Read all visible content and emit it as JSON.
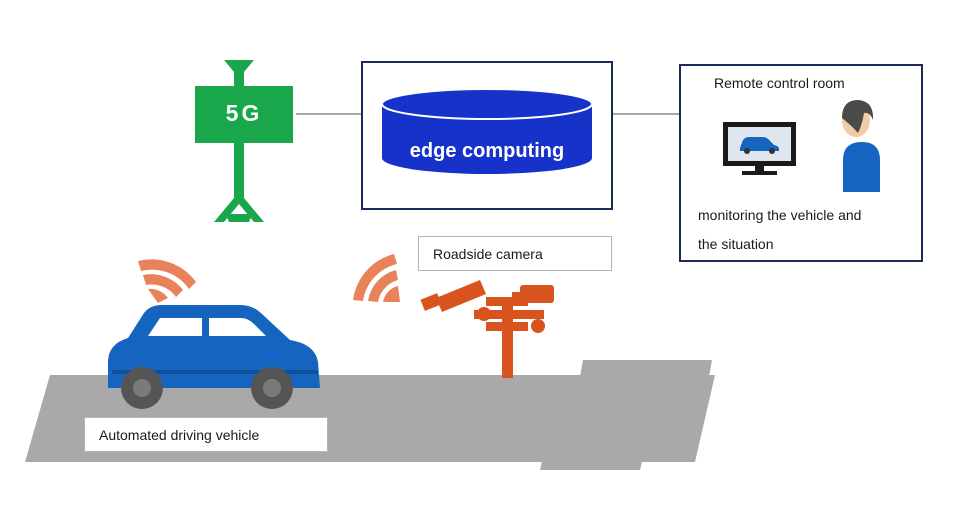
{
  "tower": {
    "label": "5G"
  },
  "edge": {
    "label": "edge computing"
  },
  "control_room": {
    "title": "Remote control room",
    "caption_line1": "monitoring the vehicle and",
    "caption_line2": "the situation"
  },
  "camera": {
    "label": "Roadside camera"
  },
  "vehicle": {
    "label": "Automated driving vehicle"
  },
  "colors": {
    "tower_green": "#1aa64a",
    "database_blue": "#1632c8",
    "vehicle_blue": "#1565c0",
    "camera_orange": "#d9531e",
    "signal_orange": "#e8825a",
    "road_gray": "#a9a9a9",
    "frame_navy": "#1b2a57"
  },
  "icons": [
    "5g-antenna-icon",
    "database-icon",
    "monitor-icon",
    "person-icon",
    "wireless-signal-icon",
    "car-icon",
    "camera-icon"
  ]
}
